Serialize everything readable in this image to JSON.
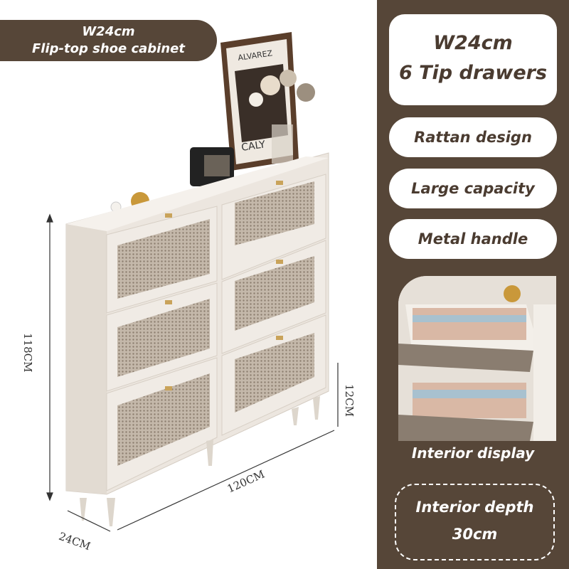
{
  "banner": {
    "line1": "W24cm",
    "line2": "Flip-top shoe cabinet"
  },
  "features": {
    "headline1": "W24cm",
    "headline2": "6 Tip drawers",
    "items": [
      "Rattan design",
      "Large capacity",
      "Metal handle"
    ]
  },
  "interior": {
    "label": "Interior display",
    "depth_line1": "Interior depth",
    "depth_line2": "30cm"
  },
  "dimensions": {
    "height": "118CM",
    "width": "120CM",
    "depth": "24CM",
    "leg_height": "12CM"
  },
  "poster_text": {
    "top": "ALVAREZ",
    "bottom": "CALY"
  },
  "colors": {
    "brand_brown": "#564638",
    "cabinet": "#ece6df",
    "rattan": "#b5a797",
    "handle": "#c9a35a"
  }
}
